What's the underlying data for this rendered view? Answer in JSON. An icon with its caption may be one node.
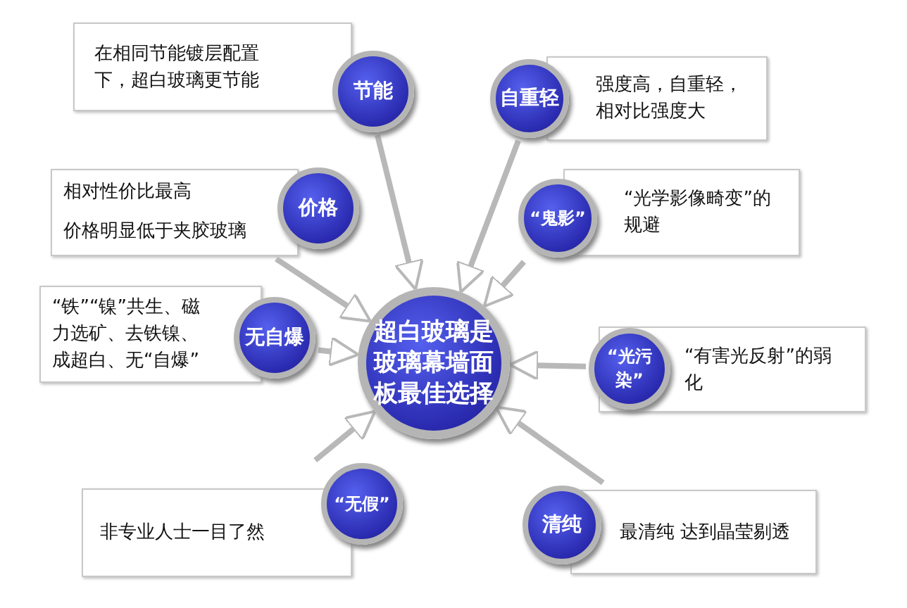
{
  "diagram": {
    "nodes": [
      {
        "text": [
          "超白玻璃是玻璃幕墙面板最佳选择"
        ]
      },
      {
        "text": [
          "在相同节能镀层配置下，超白玻璃更节能",
          "节能"
        ]
      },
      {
        "text": [
          "自重轻",
          "强度高，自重轻，相对比强度大"
        ]
      },
      {
        "text": [
          "相对性价比最高",
          "价格明显低于夹胶玻璃",
          "价格"
        ]
      },
      {
        "text": [
          "“鬼影”",
          "“光学影像畸变”的规避"
        ]
      },
      {
        "text": [
          "“铁”“镍”共生、磁力选矿、去铁镍、成超白、无“自爆”",
          "无自爆"
        ]
      },
      {
        "text": [
          "“光污染”",
          "“有害光反射”的弱化"
        ]
      },
      {
        "text": [
          "非专业人士一目了然",
          "“无假”"
        ]
      },
      {
        "text": [
          "清纯",
          "最清纯 达到晶莹剔透"
        ]
      }
    ],
    "edges": [
      {
        "from": 1,
        "to": 0,
        "arrow": "to"
      },
      {
        "from": 2,
        "to": 0,
        "arrow": "to"
      },
      {
        "from": 3,
        "to": 0,
        "arrow": "to"
      },
      {
        "from": 4,
        "to": 0,
        "arrow": "to"
      },
      {
        "from": 5,
        "to": 0,
        "arrow": "to"
      },
      {
        "from": 6,
        "to": 0,
        "arrow": "to"
      },
      {
        "from": 7,
        "to": 0,
        "arrow": "to"
      },
      {
        "from": 8,
        "to": 0,
        "arrow": "to"
      }
    ]
  }
}
